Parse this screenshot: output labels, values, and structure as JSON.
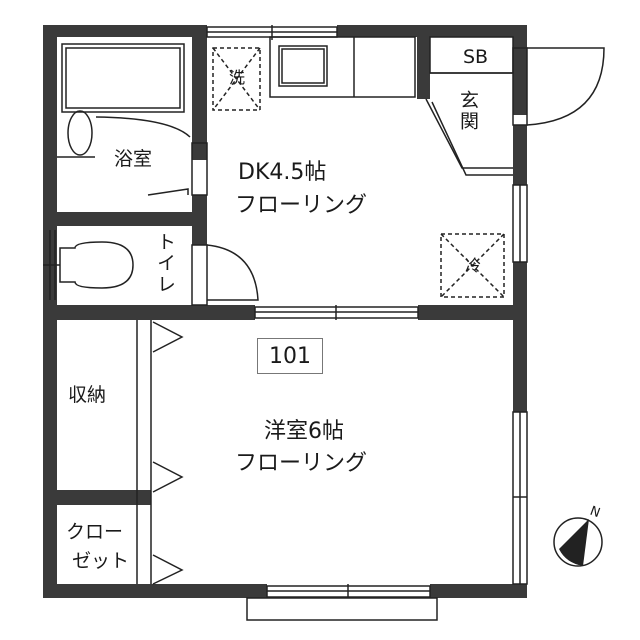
{
  "floor_plan": {
    "unit_number": "101",
    "rooms": [
      {
        "id": "dk",
        "name": "DK4.5帖",
        "flooring": "フローリング"
      },
      {
        "id": "western-room",
        "name": "洋室6帖",
        "flooring": "フローリング"
      },
      {
        "id": "bath",
        "name": "浴室"
      },
      {
        "id": "toilet",
        "name": "トイレ"
      },
      {
        "id": "entrance",
        "name": "玄関"
      },
      {
        "id": "shoe-box",
        "name": "SB"
      },
      {
        "id": "storage",
        "name": "収納"
      },
      {
        "id": "closet",
        "name_line1": "クロー",
        "name_line2": "ゼット"
      }
    ],
    "fixtures": {
      "washer": "洗",
      "fridge": "冷"
    },
    "compass": {
      "label": "N"
    },
    "colors": {
      "wall": "#3a3a3a",
      "line": "#222222",
      "background": "#ffffff"
    }
  }
}
